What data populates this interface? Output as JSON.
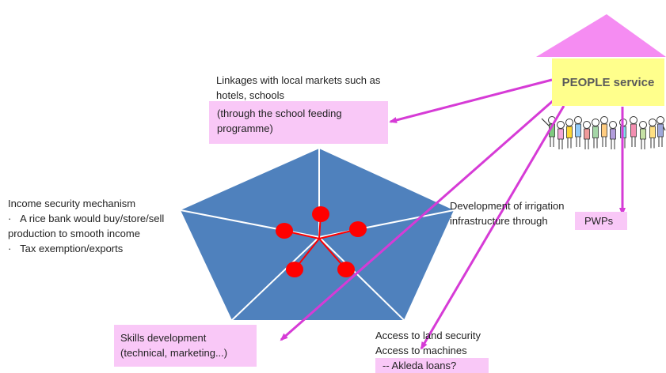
{
  "people_service": {
    "label": "PEOPLE service",
    "roof_color": "#f58cf2",
    "label_bg": "#ffff8c"
  },
  "linkages": {
    "text_lines": [
      "Linkages with local markets such as",
      "hotels, schools"
    ],
    "box_lines": [
      "(through the school feeding",
      "programme)"
    ]
  },
  "income_security": {
    "title": "Income security mechanism",
    "bullets": [
      "A rice bank would buy/store/sell",
      "production to smooth income",
      "Tax exemption/exports"
    ]
  },
  "irrigation": {
    "text_lines": [
      "Development of irrigation",
      "infrastructure through"
    ],
    "box": "PWPs"
  },
  "skills": {
    "box_lines": [
      "Skills development",
      "(technical, marketing...)"
    ]
  },
  "land": {
    "text_lines": [
      "Access to land security",
      "Access to machines"
    ],
    "box": "-- Akleda loans?"
  },
  "colors": {
    "pentagon": "#4f81bd",
    "hub": "#ff0000",
    "arrow": "#d63bd6",
    "box": "#f9c8f7"
  }
}
